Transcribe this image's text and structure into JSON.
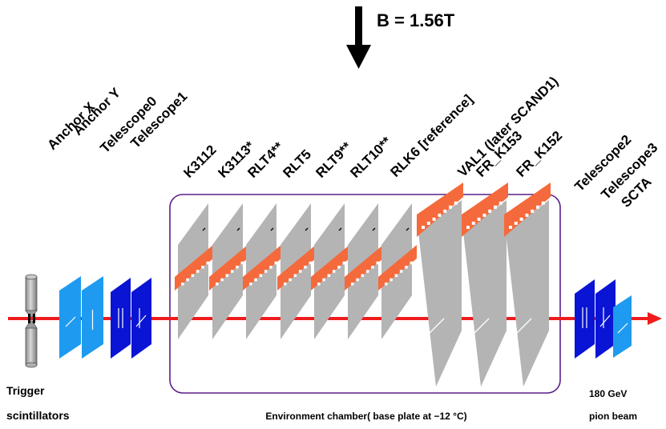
{
  "magnetic_field": "B = 1.56T",
  "labels": {
    "anchor_x": "Anchor X",
    "anchor_y": "Anchor Y",
    "telescope0": "Telescope0",
    "telescope1": "Telescope1",
    "telescope2": "Telescope2",
    "telescope3": "Telescope3",
    "scta": "SCTA"
  },
  "modules": [
    "K3112",
    "K3113*",
    "RLT4**",
    "RLT5",
    "RLT9**",
    "RLT10**",
    "RLK6 [reference]",
    "VAL1 (later SCAND1)",
    "FR_K153",
    "FR_K152"
  ],
  "bottom_text": {
    "trigger_line1": "Trigger",
    "trigger_line2": "scintillators",
    "chamber": "Environment chamber( base plate at  −12 °C)",
    "beam_line1": "180 GeV",
    "beam_line2": "pion beam"
  },
  "colors": {
    "beam": "#ee1c1c",
    "chamber_border": "#5b1f8a",
    "light_blue_plane": "#1e9bf0",
    "dark_blue_plane": "#0a14d4",
    "module_gray": "#b4b4b4",
    "hybrid_orange": "#f56a3c"
  }
}
